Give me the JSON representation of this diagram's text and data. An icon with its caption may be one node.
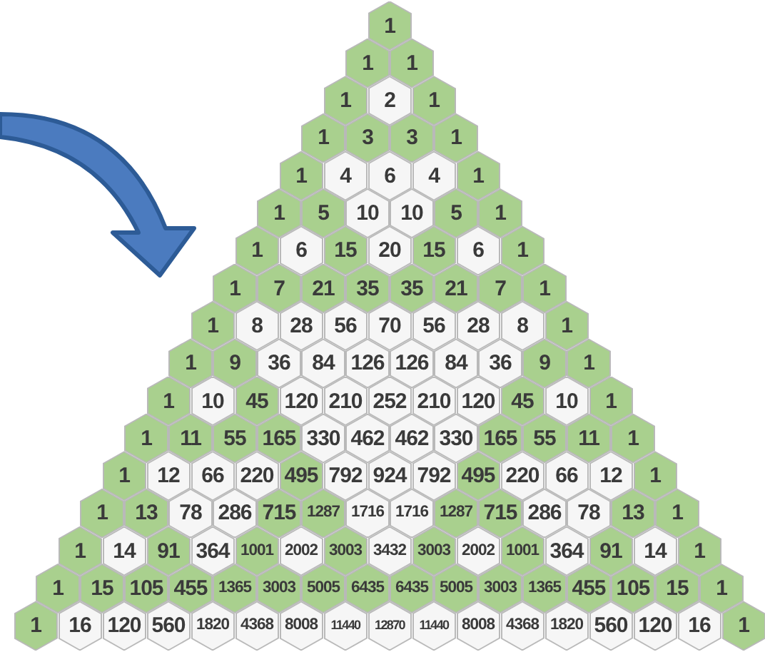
{
  "diagram": {
    "nodes": [
      {
        "text": [
          "1"
        ]
      },
      {
        "text": [
          "1"
        ]
      },
      {
        "text": [
          "1"
        ]
      },
      {
        "text": [
          "1"
        ]
      },
      {
        "text": [
          "2"
        ]
      },
      {
        "text": [
          "1"
        ]
      },
      {
        "text": [
          "1"
        ]
      },
      {
        "text": [
          "3"
        ]
      },
      {
        "text": [
          "3"
        ]
      },
      {
        "text": [
          "1"
        ]
      },
      {
        "text": [
          "1"
        ]
      },
      {
        "text": [
          "4"
        ]
      },
      {
        "text": [
          "6"
        ]
      },
      {
        "text": [
          "4"
        ]
      },
      {
        "text": [
          "1"
        ]
      },
      {
        "text": [
          "1"
        ]
      },
      {
        "text": [
          "5"
        ]
      },
      {
        "text": [
          "10"
        ]
      },
      {
        "text": [
          "10"
        ]
      },
      {
        "text": [
          "5"
        ]
      },
      {
        "text": [
          "1"
        ]
      },
      {
        "text": [
          "1"
        ]
      },
      {
        "text": [
          "6"
        ]
      },
      {
        "text": [
          "15"
        ]
      },
      {
        "text": [
          "20"
        ]
      },
      {
        "text": [
          "15"
        ]
      },
      {
        "text": [
          "6"
        ]
      },
      {
        "text": [
          "1"
        ]
      },
      {
        "text": [
          "1"
        ]
      },
      {
        "text": [
          "7"
        ]
      },
      {
        "text": [
          "21"
        ]
      },
      {
        "text": [
          "35"
        ]
      },
      {
        "text": [
          "35"
        ]
      },
      {
        "text": [
          "21"
        ]
      },
      {
        "text": [
          "7"
        ]
      },
      {
        "text": [
          "1"
        ]
      },
      {
        "text": [
          "1"
        ]
      },
      {
        "text": [
          "8"
        ]
      },
      {
        "text": [
          "28"
        ]
      },
      {
        "text": [
          "56"
        ]
      },
      {
        "text": [
          "70"
        ]
      },
      {
        "text": [
          "56"
        ]
      },
      {
        "text": [
          "28"
        ]
      },
      {
        "text": [
          "8"
        ]
      },
      {
        "text": [
          "1"
        ]
      },
      {
        "text": [
          "1"
        ]
      },
      {
        "text": [
          "9"
        ]
      },
      {
        "text": [
          "36"
        ]
      },
      {
        "text": [
          "84"
        ]
      },
      {
        "text": [
          "126"
        ]
      },
      {
        "text": [
          "126"
        ]
      },
      {
        "text": [
          "84"
        ]
      },
      {
        "text": [
          "36"
        ]
      },
      {
        "text": [
          "9"
        ]
      },
      {
        "text": [
          "1"
        ]
      },
      {
        "text": [
          "1"
        ]
      },
      {
        "text": [
          "10"
        ]
      },
      {
        "text": [
          "45"
        ]
      },
      {
        "text": [
          "120"
        ]
      },
      {
        "text": [
          "210"
        ]
      },
      {
        "text": [
          "252"
        ]
      },
      {
        "text": [
          "210"
        ]
      },
      {
        "text": [
          "120"
        ]
      },
      {
        "text": [
          "45"
        ]
      },
      {
        "text": [
          "10"
        ]
      },
      {
        "text": [
          "1"
        ]
      },
      {
        "text": [
          "1"
        ]
      },
      {
        "text": [
          "11"
        ]
      },
      {
        "text": [
          "55"
        ]
      },
      {
        "text": [
          "165"
        ]
      },
      {
        "text": [
          "330"
        ]
      },
      {
        "text": [
          "462"
        ]
      },
      {
        "text": [
          "462"
        ]
      },
      {
        "text": [
          "330"
        ]
      },
      {
        "text": [
          "165"
        ]
      },
      {
        "text": [
          "55"
        ]
      },
      {
        "text": [
          "11"
        ]
      },
      {
        "text": [
          "1"
        ]
      },
      {
        "text": [
          "1"
        ]
      },
      {
        "text": [
          "12"
        ]
      },
      {
        "text": [
          "66"
        ]
      },
      {
        "text": [
          "220"
        ]
      },
      {
        "text": [
          "495"
        ]
      },
      {
        "text": [
          "792"
        ]
      },
      {
        "text": [
          "924"
        ]
      },
      {
        "text": [
          "792"
        ]
      },
      {
        "text": [
          "495"
        ]
      },
      {
        "text": [
          "220"
        ]
      },
      {
        "text": [
          "66"
        ]
      },
      {
        "text": [
          "12"
        ]
      },
      {
        "text": [
          "1"
        ]
      },
      {
        "text": [
          "1"
        ]
      },
      {
        "text": [
          "13"
        ]
      },
      {
        "text": [
          "78"
        ]
      },
      {
        "text": [
          "286"
        ]
      },
      {
        "text": [
          "715"
        ]
      },
      {
        "text": [
          "1287"
        ]
      },
      {
        "text": [
          "1716"
        ]
      },
      {
        "text": [
          "1716"
        ]
      },
      {
        "text": [
          "1287"
        ]
      },
      {
        "text": [
          "715"
        ]
      },
      {
        "text": [
          "286"
        ]
      },
      {
        "text": [
          "78"
        ]
      },
      {
        "text": [
          "13"
        ]
      },
      {
        "text": [
          "1"
        ]
      },
      {
        "text": [
          "1"
        ]
      },
      {
        "text": [
          "14"
        ]
      },
      {
        "text": [
          "91"
        ]
      },
      {
        "text": [
          "364"
        ]
      },
      {
        "text": [
          "1001"
        ]
      },
      {
        "text": [
          "2002"
        ]
      },
      {
        "text": [
          "3003"
        ]
      },
      {
        "text": [
          "3432"
        ]
      },
      {
        "text": [
          "3003"
        ]
      },
      {
        "text": [
          "2002"
        ]
      },
      {
        "text": [
          "1001"
        ]
      },
      {
        "text": [
          "364"
        ]
      },
      {
        "text": [
          "91"
        ]
      },
      {
        "text": [
          "14"
        ]
      },
      {
        "text": [
          "1"
        ]
      },
      {
        "text": [
          "1"
        ]
      },
      {
        "text": [
          "15"
        ]
      },
      {
        "text": [
          "105"
        ]
      },
      {
        "text": [
          "455"
        ]
      },
      {
        "text": [
          "1365"
        ]
      },
      {
        "text": [
          "3003"
        ]
      },
      {
        "text": [
          "5005"
        ]
      },
      {
        "text": [
          "6435"
        ]
      },
      {
        "text": [
          "6435"
        ]
      },
      {
        "text": [
          "5005"
        ]
      },
      {
        "text": [
          "3003"
        ]
      },
      {
        "text": [
          "1365"
        ]
      },
      {
        "text": [
          "455"
        ]
      },
      {
        "text": [
          "105"
        ]
      },
      {
        "text": [
          "15"
        ]
      },
      {
        "text": [
          "1"
        ]
      },
      {
        "text": [
          "1"
        ]
      },
      {
        "text": [
          "16"
        ]
      },
      {
        "text": [
          "120"
        ]
      },
      {
        "text": [
          "560"
        ]
      },
      {
        "text": [
          "1820"
        ]
      },
      {
        "text": [
          "4368"
        ]
      },
      {
        "text": [
          "8008"
        ]
      },
      {
        "text": [
          "11440"
        ]
      },
      {
        "text": [
          "12870"
        ]
      },
      {
        "text": [
          "11440"
        ]
      },
      {
        "text": [
          "8008"
        ]
      },
      {
        "text": [
          "4368"
        ]
      },
      {
        "text": [
          "1820"
        ]
      },
      {
        "text": [
          "560"
        ]
      },
      {
        "text": [
          "120"
        ]
      },
      {
        "text": [
          "16"
        ]
      },
      {
        "text": [
          "1"
        ]
      }
    ]
  }
}
